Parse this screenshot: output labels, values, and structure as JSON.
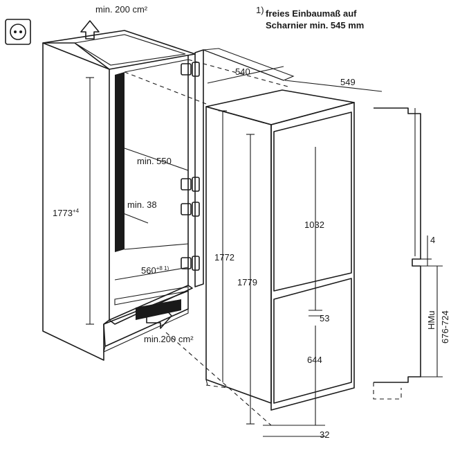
{
  "note": {
    "marker": "1)",
    "line1": "freies Einbaumaß auf",
    "line2": "Scharnier min. 545 mm"
  },
  "labels": {
    "vent_top": "min. 200 cm²",
    "vent_bottom": "min.200 cm²",
    "depth_540": "540",
    "depth_549": "549",
    "min_550": "min. 550",
    "min_38": "min. 38",
    "niche_height": "1773",
    "niche_height_tol": "+4",
    "niche_width": "560",
    "niche_width_tol": "+8 1)",
    "height_1772": "1772",
    "height_1779": "1779",
    "door_upper": "1032",
    "gap_53": "53",
    "door_lower": "644",
    "bottom_32": "32",
    "top_4": "4",
    "hmu_label": "HMu",
    "hmu_range": "676-724"
  },
  "icons": {
    "socket": "power-socket-icon",
    "vent_up": "airflow-up-arrow-icon",
    "vent_in": "airflow-in-arrow-icon"
  }
}
